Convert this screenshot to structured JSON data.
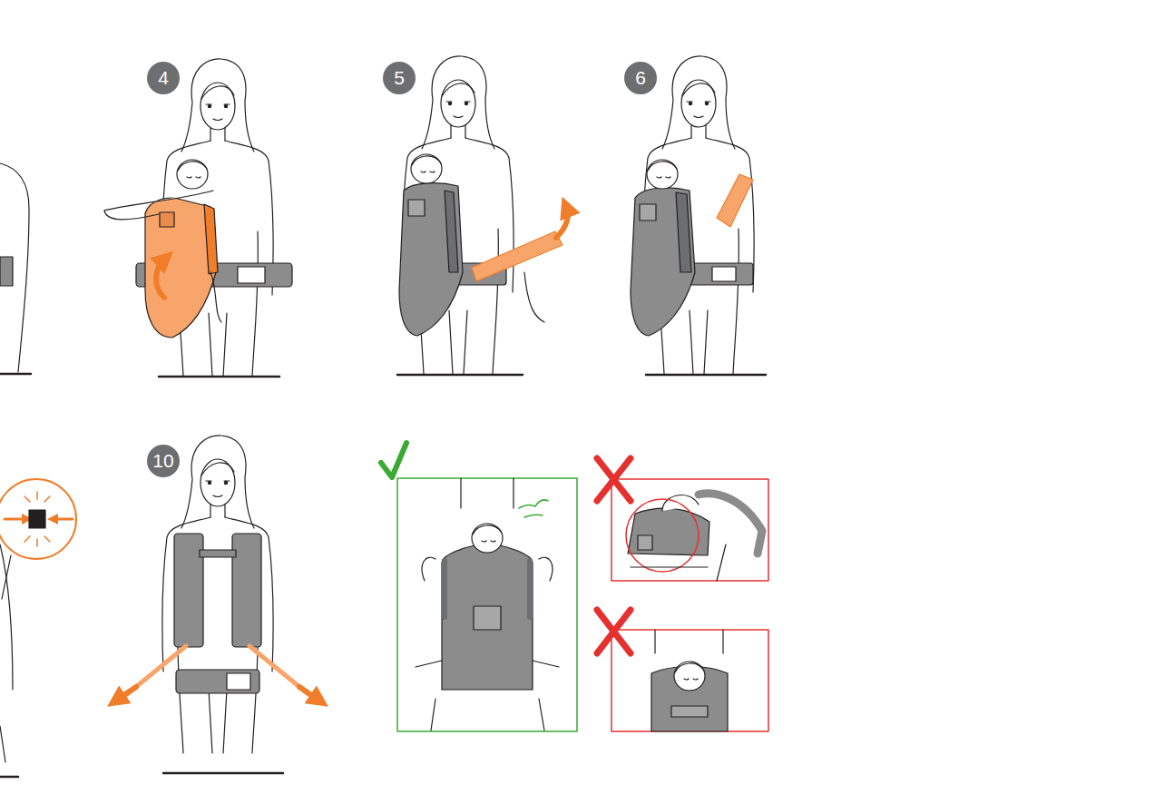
{
  "diagram": {
    "labels": [
      "4",
      "5",
      "6",
      "10"
    ]
  }
}
